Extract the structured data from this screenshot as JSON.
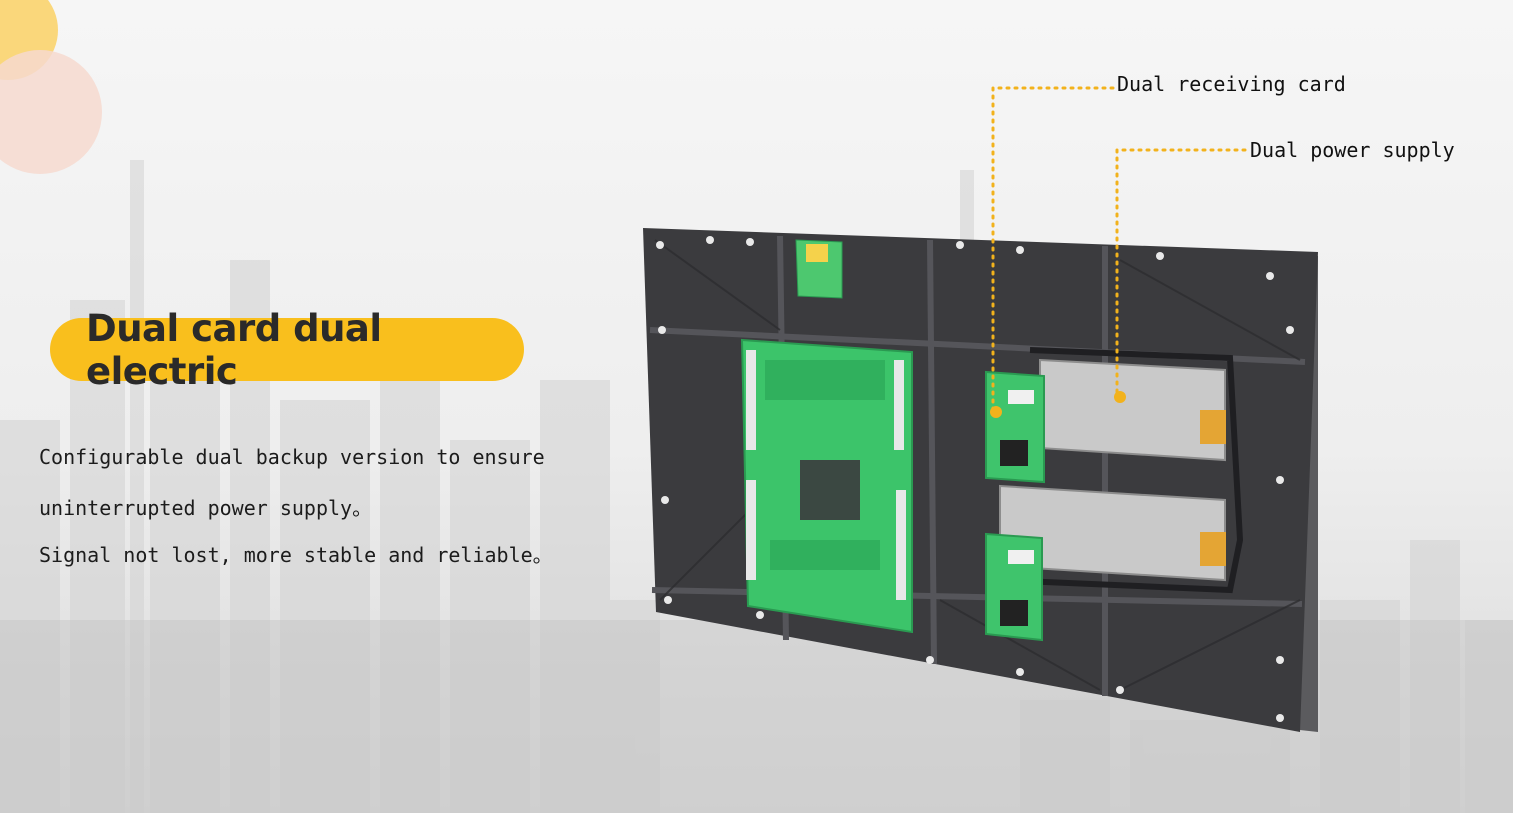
{
  "headline": "Dual card dual electric",
  "description": {
    "line1": "Configurable dual backup version to ensure",
    "line2": "uninterrupted power supply。",
    "line3": "Signal not lost, more stable and reliable。"
  },
  "callouts": {
    "receiving_card": "Dual receiving card",
    "power_supply": "Dual power supply"
  },
  "colors": {
    "accent": "#f9bf1d",
    "callout_line": "#f2b21c",
    "pcb_green": "#35c96a",
    "cabinet": "#3a3a3c"
  }
}
